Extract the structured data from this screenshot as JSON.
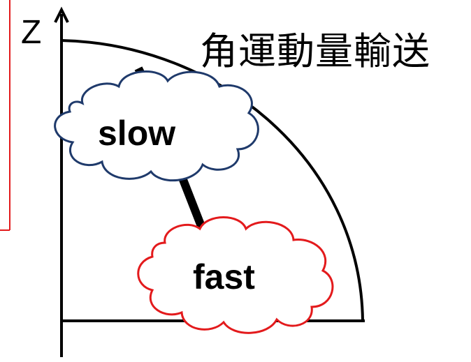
{
  "diagram": {
    "axis_label": "Z",
    "title": "角運動量輸送",
    "clouds": [
      {
        "label": "slow",
        "outline_color": "#1f3a6b"
      },
      {
        "label": "fast",
        "outline_color": "#e31a1c"
      }
    ],
    "colors": {
      "frame_line": "#e31a1c",
      "axis": "#000000",
      "arc": "#000000",
      "connector": "#000000"
    }
  }
}
